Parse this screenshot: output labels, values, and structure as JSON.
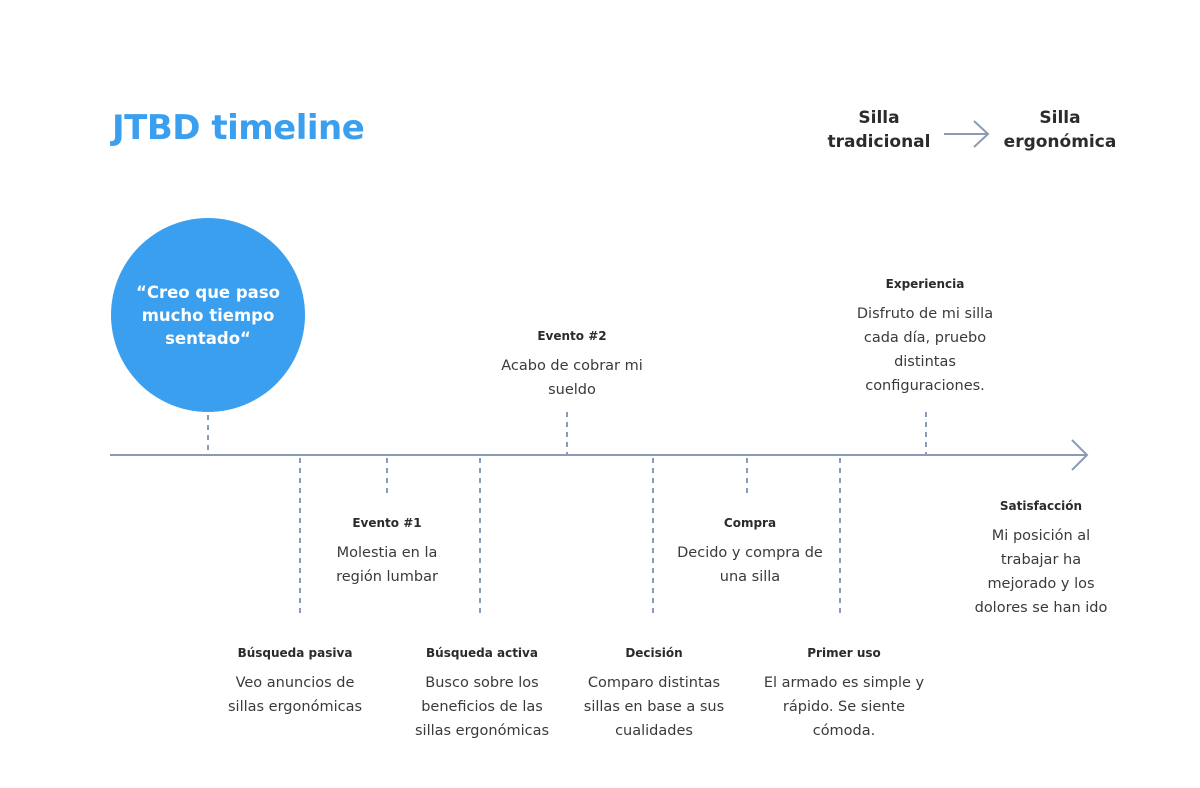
{
  "header": {
    "title": "JTBD timeline",
    "transition": {
      "from": "Silla tradicional",
      "to": "Silla ergonómica"
    }
  },
  "quote": "“Creo que paso mucho tiempo sentado“",
  "stages": [
    {
      "id": "busqueda-pasiva",
      "title": "Búsqueda pasiva",
      "description": "Veo anuncios de sillas ergonómicas"
    },
    {
      "id": "evento-1",
      "title": "Evento #1",
      "description": "Molestia en la región lumbar"
    },
    {
      "id": "busqueda-activa",
      "title": "Búsqueda activa",
      "description": "Busco sobre los beneficios de las sillas ergonómicas"
    },
    {
      "id": "evento-2",
      "title": "Evento #2",
      "description": "Acabo de cobrar mi sueldo"
    },
    {
      "id": "decision",
      "title": "Decisión",
      "description": "Comparo distintas sillas en base a sus cualidades"
    },
    {
      "id": "compra",
      "title": "Compra",
      "description": "Decido y compra de una silla"
    },
    {
      "id": "primer-uso",
      "title": "Primer uso",
      "description": "El armado es simple y rápido. Se siente cómoda."
    },
    {
      "id": "experiencia",
      "title": "Experiencia",
      "description": "Disfruto de mi silla cada día, pruebo distintas configuraciones."
    },
    {
      "id": "satisfaccion",
      "title": "Satisfacción",
      "description": "Mi posición al trabajar ha mejorado y los dolores se han ido"
    }
  ],
  "colors": {
    "accent": "#3b9ff0",
    "line": "#8a9bb5",
    "text": "#2b2b2b"
  }
}
